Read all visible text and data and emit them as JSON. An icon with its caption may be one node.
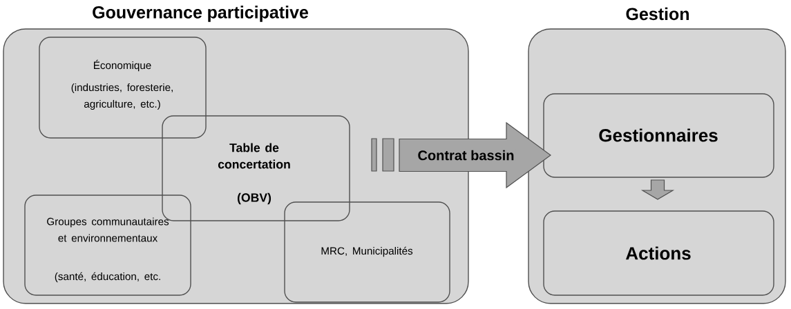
{
  "diagram": {
    "nodes": [
      {
        "text": [
          "Gouvernance participative"
        ]
      },
      {
        "text": [
          "Économique",
          "(industries, foresterie, agriculture, etc.)"
        ],
        "in": 0
      },
      {
        "text": [
          "Table de concertation",
          "(OBV)"
        ],
        "in": 0
      },
      {
        "text": [
          "Groupes communautaires et environnementaux",
          "(santé, éducation, etc."
        ],
        "in": 0
      },
      {
        "text": [
          "MRC, Municipalités"
        ],
        "in": 0
      },
      {
        "text": [
          "Gestion"
        ]
      },
      {
        "text": [
          "Gestionnaires"
        ],
        "in": 5
      },
      {
        "text": [
          "Actions"
        ],
        "in": 5
      }
    ],
    "edges": [
      {
        "from": 0,
        "to": 5,
        "arrow": "to",
        "label": "Contrat bassin"
      },
      {
        "from": 6,
        "to": 7,
        "arrow": "to"
      }
    ]
  }
}
